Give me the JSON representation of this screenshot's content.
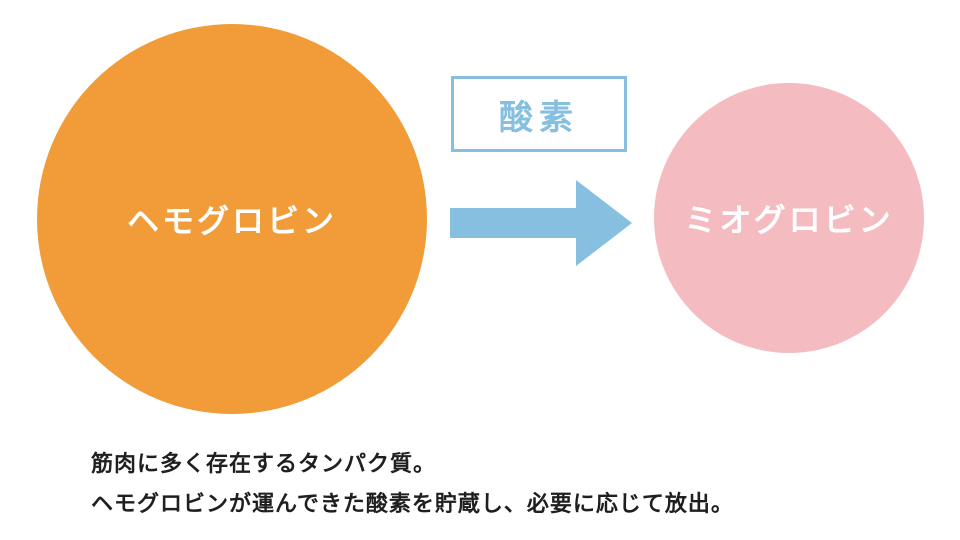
{
  "diagram": {
    "source": {
      "label": "ヘモグロビン",
      "color": "#f19c38"
    },
    "target": {
      "label": "ミオグロビン",
      "color": "#f4bcc0"
    },
    "transfer": {
      "label": "酸素",
      "color": "#86bfdf",
      "arrow": "right-arrow"
    }
  },
  "caption": {
    "line1": "筋肉に多く存在するタンパク質。",
    "line2": "ヘモグロビンが運んできた酸素を貯蔵し、必要に応じて放出。"
  }
}
